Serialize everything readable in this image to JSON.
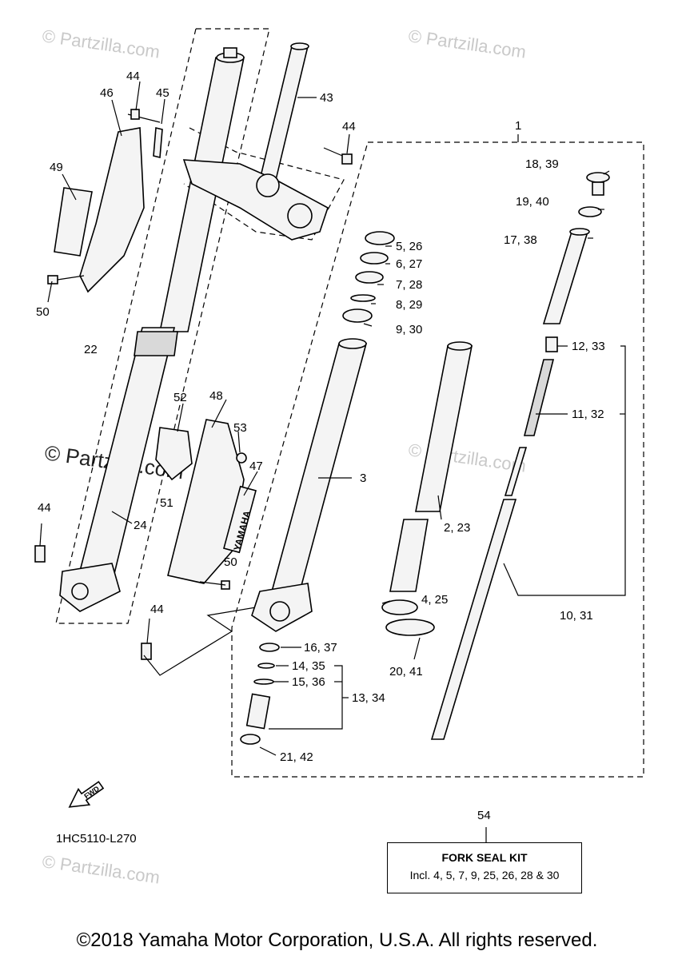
{
  "callouts": [
    {
      "id": "c1",
      "text": "1"
    },
    {
      "id": "c18",
      "text": "18, 39"
    },
    {
      "id": "c19",
      "text": "19, 40"
    },
    {
      "id": "c17",
      "text": "17, 38"
    },
    {
      "id": "c5",
      "text": "5, 26"
    },
    {
      "id": "c6",
      "text": "6, 27"
    },
    {
      "id": "c7",
      "text": "7, 28"
    },
    {
      "id": "c8",
      "text": "8, 29"
    },
    {
      "id": "c9",
      "text": "9, 30"
    },
    {
      "id": "c12",
      "text": "12, 33"
    },
    {
      "id": "c11",
      "text": "11, 32"
    },
    {
      "id": "c2",
      "text": "2, 23"
    },
    {
      "id": "c3",
      "text": "3"
    },
    {
      "id": "c4",
      "text": "4, 25"
    },
    {
      "id": "c10",
      "text": "10, 31"
    },
    {
      "id": "c16",
      "text": "16, 37"
    },
    {
      "id": "c14",
      "text": "14, 35"
    },
    {
      "id": "c15",
      "text": "15, 36"
    },
    {
      "id": "c13",
      "text": "13, 34"
    },
    {
      "id": "c20",
      "text": "20, 41"
    },
    {
      "id": "c21",
      "text": "21, 42"
    },
    {
      "id": "c43",
      "text": "43"
    },
    {
      "id": "c44a",
      "text": "44"
    },
    {
      "id": "c44b",
      "text": "44"
    },
    {
      "id": "c44c",
      "text": "44"
    },
    {
      "id": "c44d",
      "text": "44"
    },
    {
      "id": "c45",
      "text": "45"
    },
    {
      "id": "c46",
      "text": "46"
    },
    {
      "id": "c49",
      "text": "49"
    },
    {
      "id": "c50a",
      "text": "50"
    },
    {
      "id": "c50b",
      "text": "50"
    },
    {
      "id": "c22",
      "text": "22"
    },
    {
      "id": "c52",
      "text": "52"
    },
    {
      "id": "c48",
      "text": "48"
    },
    {
      "id": "c53",
      "text": "53"
    },
    {
      "id": "c47",
      "text": "47"
    },
    {
      "id": "c51",
      "text": "51"
    },
    {
      "id": "c24",
      "text": "24"
    },
    {
      "id": "c54",
      "text": "54"
    }
  ],
  "watermark": "© Partzilla.com",
  "guard_logo": "YAMAHA",
  "fwd_label": "FWD",
  "diagram_code": "1HC5110-L270",
  "kit": {
    "title": "FORK SEAL KIT",
    "description": "Incl. 4, 5, 7, 9, 25, 26, 28 & 30"
  },
  "copyright": "©2018 Yamaha Motor Corporation, U.S.A. All rights reserved."
}
